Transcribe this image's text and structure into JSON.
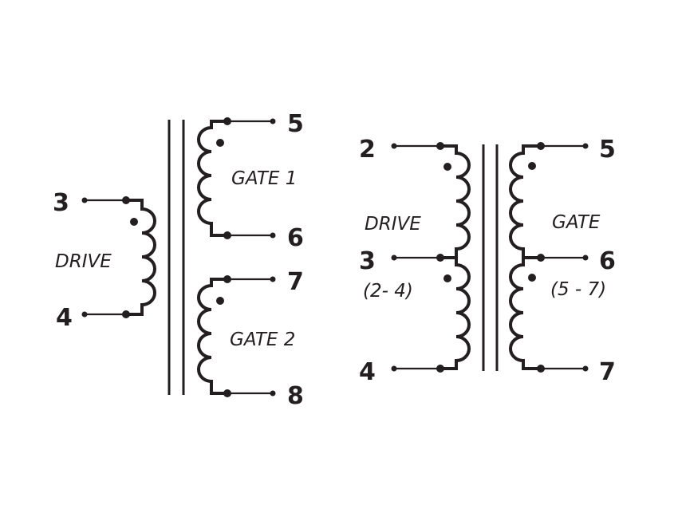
{
  "left_transformer": {
    "drive": {
      "label": "DRIVE",
      "pins": [
        "3",
        "4"
      ]
    },
    "gate1": {
      "label": "GATE 1",
      "pins": [
        "5",
        "6"
      ]
    },
    "gate2": {
      "label": "GATE 2",
      "pins": [
        "7",
        "8"
      ]
    }
  },
  "right_transformer": {
    "drive": {
      "label": "DRIVE",
      "range": "(2- 4)",
      "pins": [
        "2",
        "3",
        "4"
      ]
    },
    "gate": {
      "label": "GATE",
      "range": "(5 - 7)",
      "pins": [
        "5",
        "6",
        "7"
      ]
    }
  }
}
